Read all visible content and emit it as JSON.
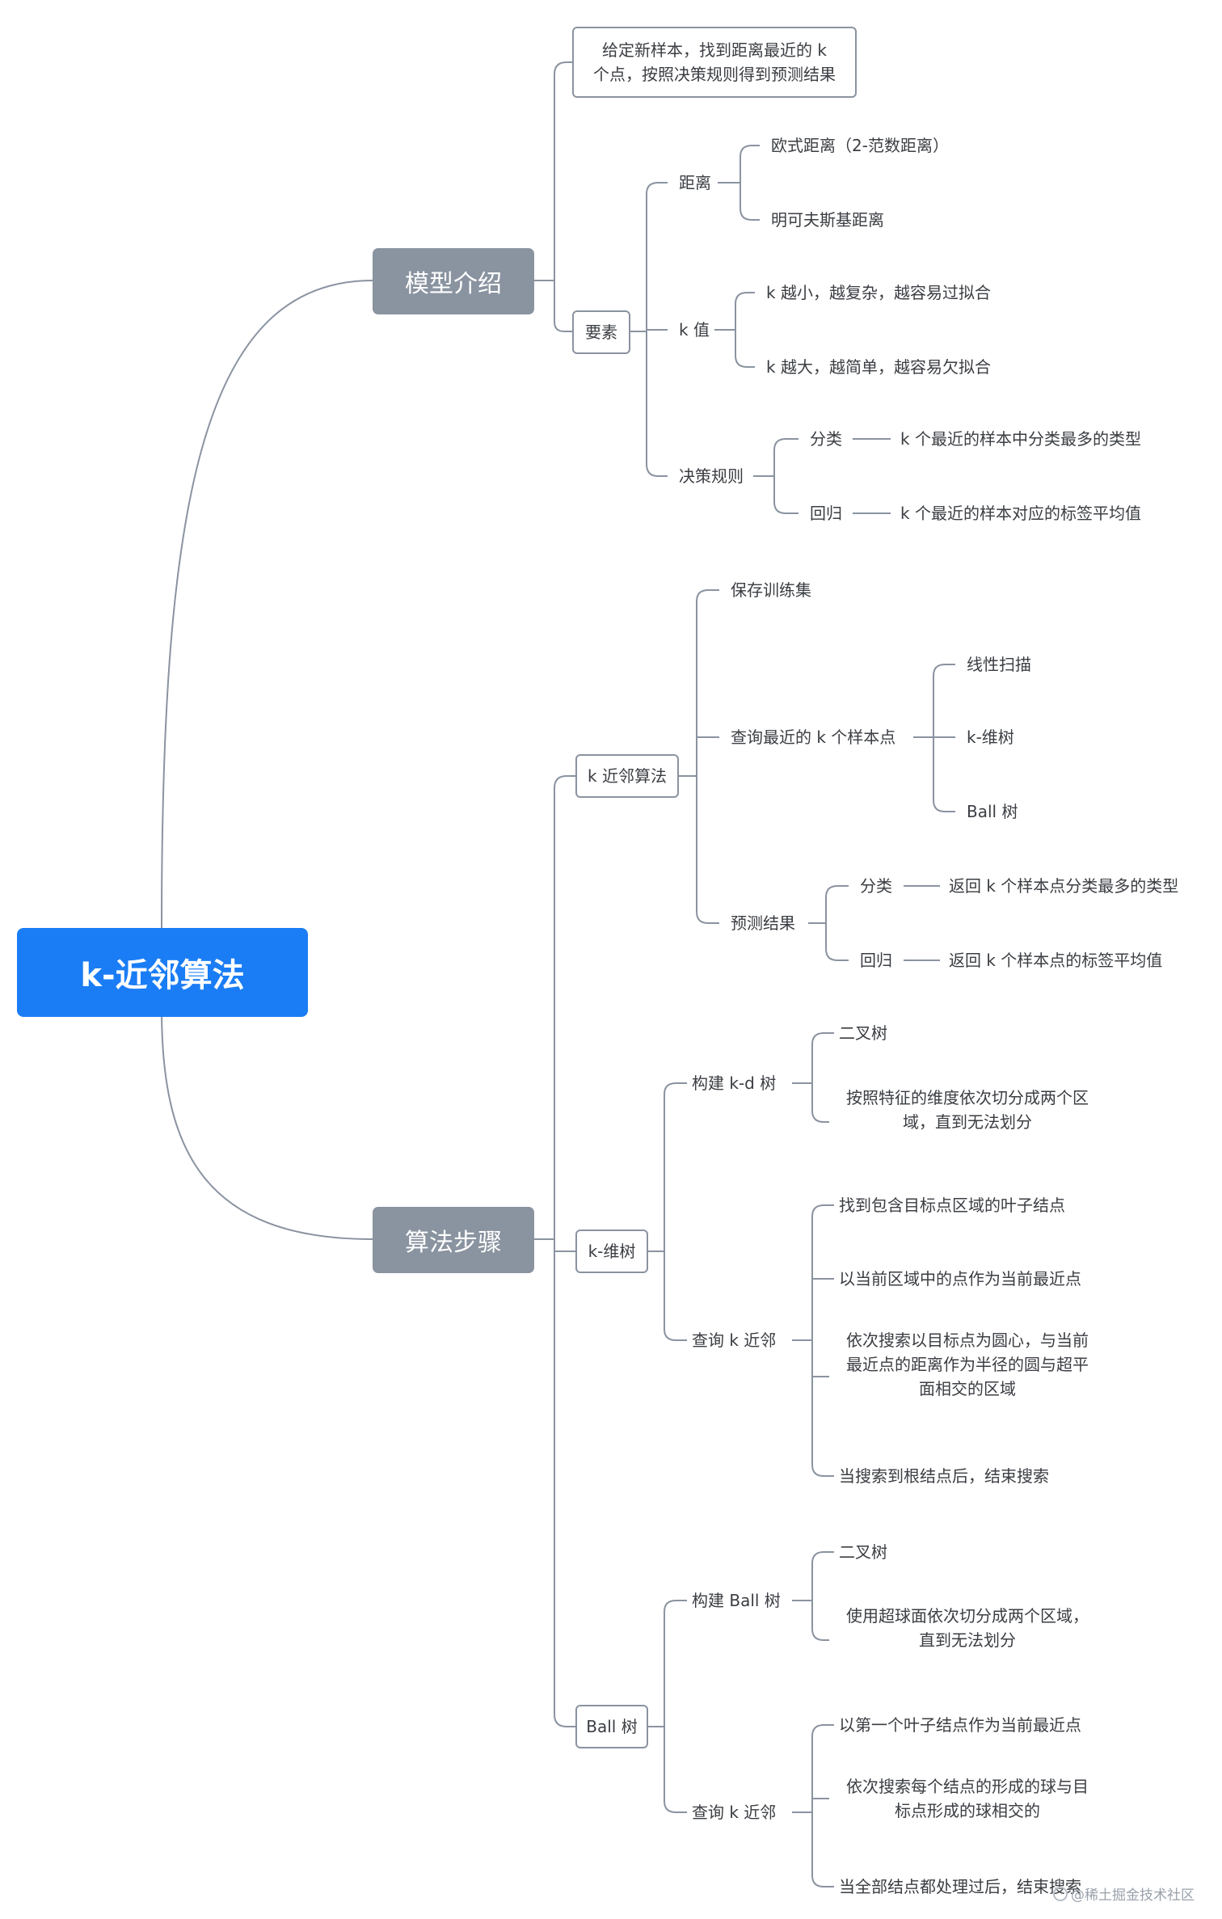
{
  "root": "k-近邻算法",
  "branches": {
    "intro": {
      "title": "模型介绍",
      "definition": "给定新样本，找到距离最近的 k\n个点，按照决策规则得到预测结果",
      "elements": {
        "title": "要素",
        "distance": {
          "title": "距离",
          "items": [
            "欧式距离（2-范数距离）",
            "明可夫斯基距离"
          ]
        },
        "k": {
          "title": "k 值",
          "items": [
            "k 越小，越复杂，越容易过拟合",
            "k 越大，越简单，越容易欠拟合"
          ]
        },
        "rule": {
          "title": "决策规则",
          "classify": {
            "label": "分类",
            "desc": "k 个最近的样本中分类最多的类型"
          },
          "regress": {
            "label": "回归",
            "desc": "k 个最近的样本对应的标签平均值"
          }
        }
      }
    },
    "steps": {
      "title": "算法步骤",
      "knn": {
        "title": "k 近邻算法",
        "save": "保存训练集",
        "query": {
          "title": "查询最近的 k 个样本点",
          "items": [
            "线性扫描",
            "k-维树",
            "Ball 树"
          ]
        },
        "predict": {
          "title": "预测结果",
          "classify": {
            "label": "分类",
            "desc": "返回 k 个样本点分类最多的类型"
          },
          "regress": {
            "label": "回归",
            "desc": "返回 k 个样本点的标签平均值"
          }
        }
      },
      "kdtree": {
        "title": "k-维树",
        "build": {
          "title": "构建 k-d 树",
          "items": [
            "二叉树",
            "按照特征的维度依次切分成两个区\n域，直到无法划分"
          ]
        },
        "query": {
          "title": "查询 k 近邻",
          "items": [
            "找到包含目标点区域的叶子结点",
            "以当前区域中的点作为当前最近点",
            "依次搜索以目标点为圆心，与当前\n最近点的距离作为半径的圆与超平\n面相交的区域",
            "当搜索到根结点后，结束搜索"
          ]
        }
      },
      "balltree": {
        "title": "Ball 树",
        "build": {
          "title": "构建 Ball 树",
          "items": [
            "二叉树",
            "使用超球面依次切分成两个区域，\n直到无法划分"
          ]
        },
        "query": {
          "title": "查询 k 近邻",
          "items": [
            "以第一个叶子结点作为当前最近点",
            "依次搜索每个结点的形成的球与目\n标点形成的球相交的",
            "当全部结点都处理过后，结束搜索"
          ]
        }
      }
    }
  },
  "watermark": "@稀土掘金技术社区",
  "colors": {
    "root": "#1a7df5",
    "level1": "#8a93a0",
    "line": "#8a93a0",
    "text": "#3a3d42"
  }
}
